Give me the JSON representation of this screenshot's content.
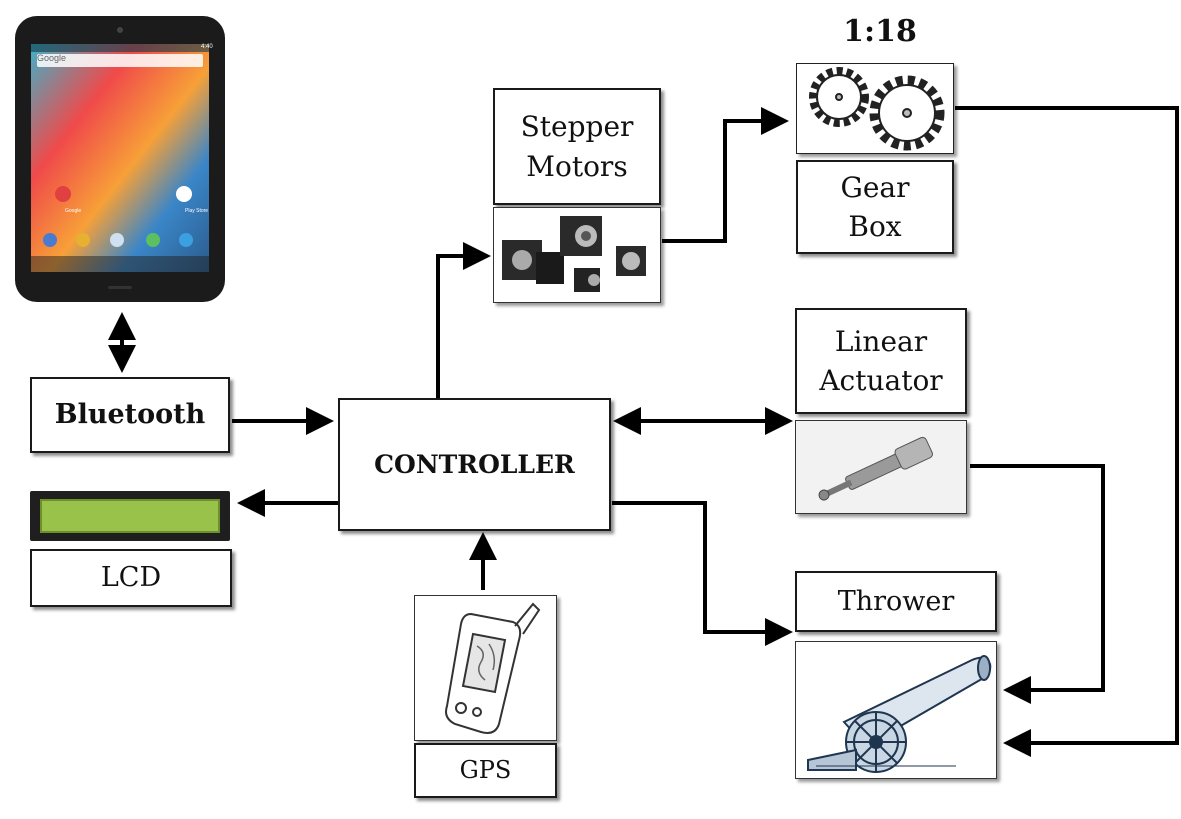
{
  "ratio_label": "1:18",
  "blocks": {
    "stepper": "Stepper\nMotors",
    "gearbox": "Gear\nBox",
    "linear": "Linear\nActuator",
    "thrower": "Thrower",
    "bluetooth": "Bluetooth",
    "controller": "CONTROLLER",
    "lcd": "LCD",
    "gps": "GPS"
  },
  "phone": {
    "search_text": "Google",
    "time": "4:40",
    "app_labels": [
      "Google",
      "Play Store"
    ]
  }
}
